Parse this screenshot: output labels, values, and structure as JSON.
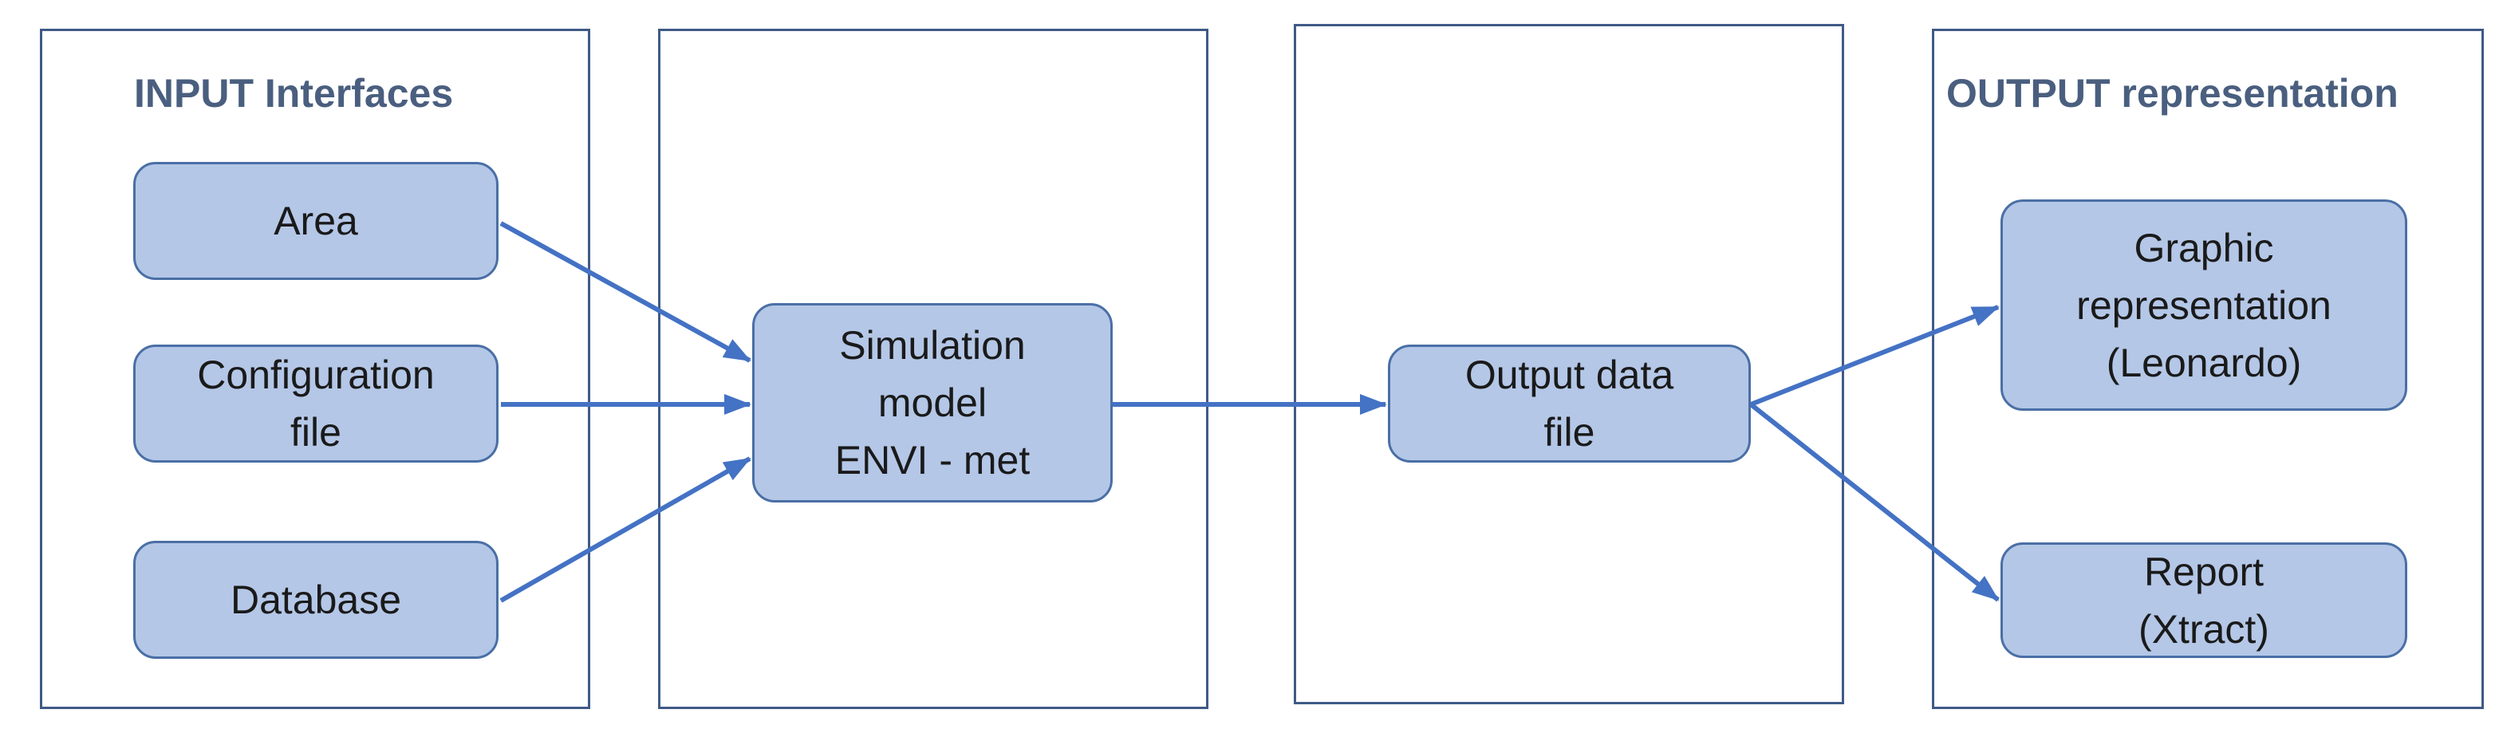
{
  "panels": {
    "input_title": "INPUT Interfaces",
    "output_title": "OUTPUT representation"
  },
  "nodes": {
    "area": {
      "lines": [
        "Area"
      ]
    },
    "configuration_file": {
      "lines": [
        "Configuration",
        "file"
      ]
    },
    "database": {
      "lines": [
        "Database"
      ]
    },
    "simulation_model": {
      "lines": [
        "Simulation",
        "model",
        "ENVI - met"
      ]
    },
    "output_data_file": {
      "lines": [
        "Output data",
        "file"
      ]
    },
    "graphic_representation": {
      "lines": [
        "Graphic",
        "representation",
        "(Leonardo)"
      ]
    },
    "report": {
      "lines": [
        "Report",
        "(Xtract)"
      ]
    }
  },
  "colors": {
    "node_fill": "#b4c7e7",
    "node_border": "#4a6fa5",
    "arrow": "#4472c4",
    "panel_border": "#3f5a86",
    "title_text": "#4a5f7f"
  }
}
